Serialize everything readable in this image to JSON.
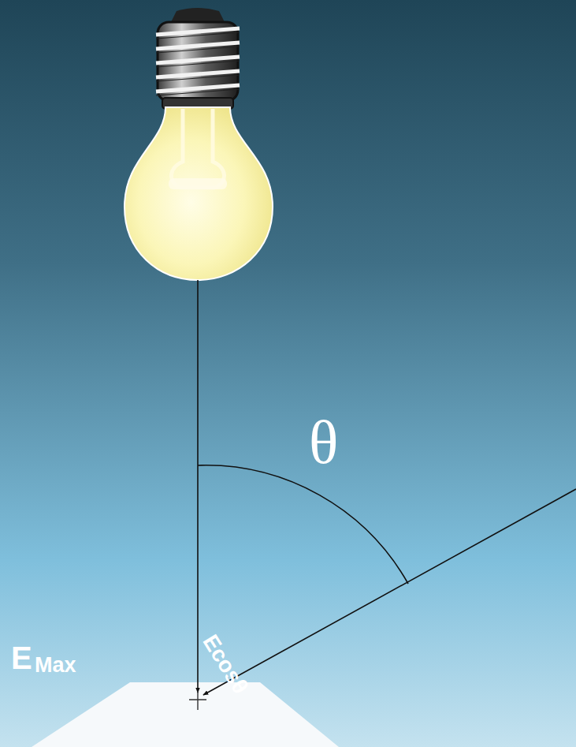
{
  "diagram": {
    "labels": [
      "θ",
      "E",
      "Max",
      "Ecosθ"
    ]
  }
}
